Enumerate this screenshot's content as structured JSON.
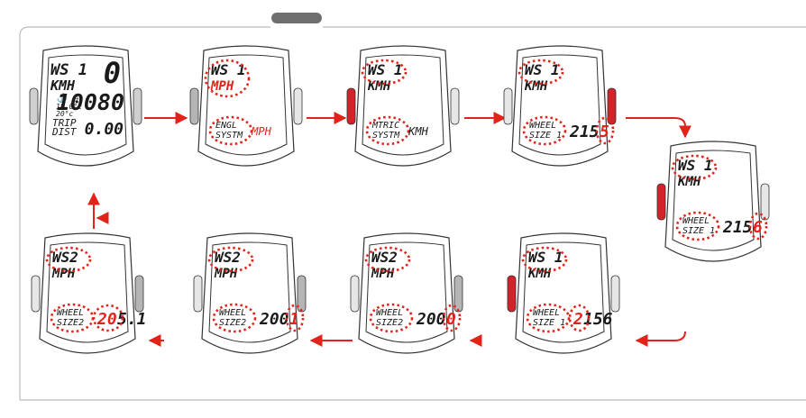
{
  "colors": {
    "accent": "#e2231a",
    "outline": "#333333",
    "frame": "#bcbcbc",
    "tab": "#6e6e6e",
    "button_gray": "#b5b5b5",
    "button_red": "#d2232a"
  },
  "devices": [
    {
      "id": "d1",
      "line1": "WS 1",
      "line2": "KMH",
      "line2_red": false,
      "big_top": "0",
      "big_mid": "10080",
      "small_icons": "⚓ ◷",
      "tiny1": "18.0°c",
      "tiny2": "20°c",
      "lower1": "TRIP",
      "lower2": "DIST",
      "value": "0.00",
      "side_button": "none",
      "label_hl": false,
      "line2_hl": false,
      "value_hl": false
    },
    {
      "id": "d2",
      "line1": "WS 1",
      "line2": "MPH",
      "line2_red": true,
      "lower1": "ENGL",
      "lower2": "SYSTM",
      "value": "MPH",
      "value_red": true,
      "side_button": "gray-left"
    },
    {
      "id": "d3",
      "line1": "WS 1",
      "line2": "KMH",
      "line2_red": false,
      "lower1": "MTRIC",
      "lower2": "SYSTM",
      "value": "KMH",
      "value_red": false,
      "side_button": "red-left"
    },
    {
      "id": "d4",
      "line1": "WS 1",
      "line2": "KMH",
      "line2_red": false,
      "lower1": "WHEEL",
      "lower2": "SIZE 1",
      "value_main": "215",
      "value_red": "5",
      "side_button": "red-right"
    },
    {
      "id": "d5",
      "line1": "WS 1",
      "line2": "KMH",
      "line2_red": false,
      "lower1": "WHEEL",
      "lower2": "SIZE 1",
      "value_main": "215",
      "value_red": "6",
      "side_button": "red-left"
    },
    {
      "id": "d6",
      "line1": "WS 1",
      "line2": "KMH",
      "line2_red": false,
      "lower1": "WHEEL",
      "lower2": "SIZE 1",
      "value_main_red": "2",
      "value_main": "156",
      "side_button": "red-left"
    },
    {
      "id": "d7",
      "line1": "WS2",
      "line2": "MPH",
      "line2_red": false,
      "lower1": "WHEEL",
      "lower2": "SIZE2",
      "value_main": "200",
      "value_red": "0",
      "side_button": "gray-right"
    },
    {
      "id": "d8",
      "line1": "WS2",
      "line2": "MPH",
      "line2_red": false,
      "lower1": "WHEEL",
      "lower2": "SIZE2",
      "value_main": "200",
      "value_red": "1",
      "side_button": "gray-right"
    },
    {
      "id": "d9",
      "line1": "WS2",
      "line2": "MPH",
      "line2_red": false,
      "lower1": "WHEEL",
      "lower2": "SIZE2",
      "value_main_red": "20",
      "value_main": "5.1",
      "side_button": "gray-right"
    }
  ]
}
